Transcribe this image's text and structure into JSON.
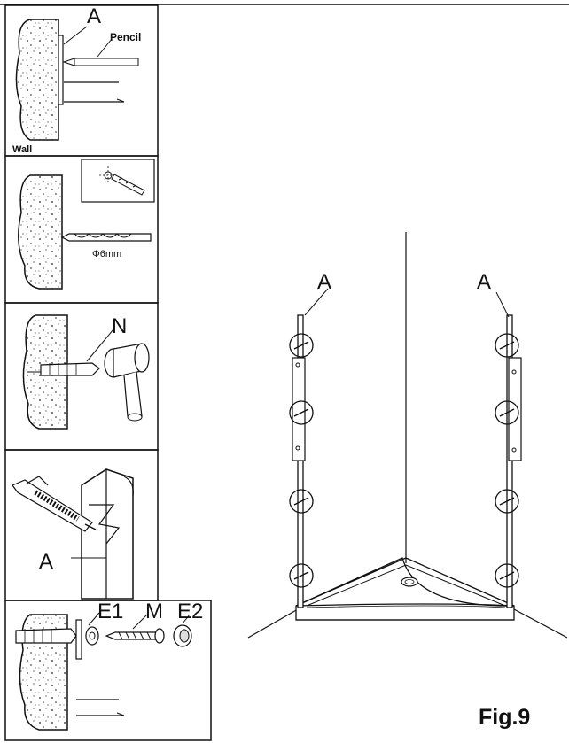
{
  "panel1": {
    "label_a": "A",
    "label_pencil": "Pencil",
    "label_wall": "Wall"
  },
  "panel2": {
    "label_drill": "Φ6mm"
  },
  "panel3": {
    "label_n": "N"
  },
  "panel4": {
    "label_a": "A"
  },
  "panel5": {
    "label_e1": "E1",
    "label_m": "M",
    "label_e2": "E2"
  },
  "main": {
    "label_a_left": "A",
    "label_a_right": "A",
    "figure_label": "Fig.9"
  }
}
